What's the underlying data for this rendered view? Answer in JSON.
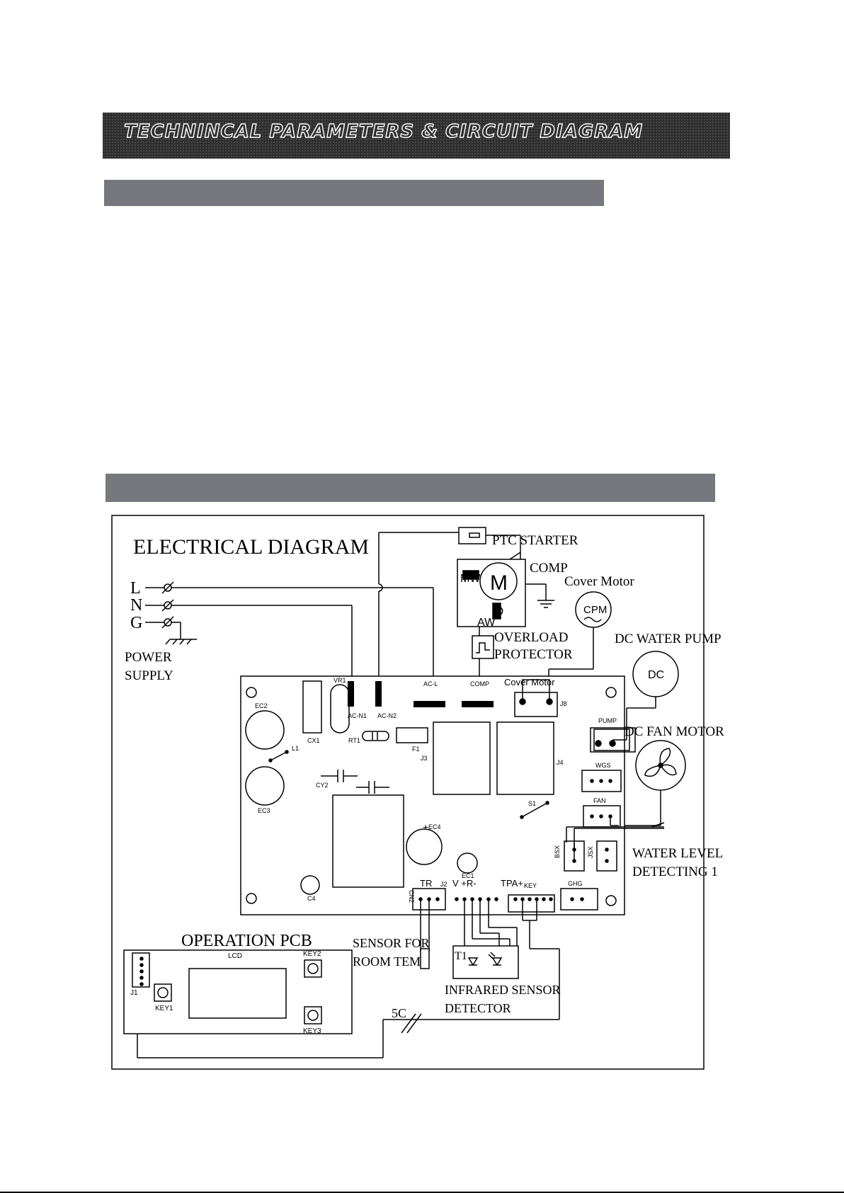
{
  "banner": {
    "title": "TECHNINCAL PARAMETERS & CIRCUIT DIAGRAM"
  },
  "diagram": {
    "title": "ELECTRICAL DIAGRAM",
    "power_lines": [
      "L",
      "N",
      "G"
    ],
    "power_supply": [
      "POWER",
      "SUPPLY"
    ],
    "ptc_starter": "PTC STARTER",
    "comp": "COMP",
    "motor_symbol": "M",
    "mw": "MW",
    "aw": "AW",
    "overload": [
      "OVERLOAD",
      "PROTECTOR"
    ],
    "cover_motor": "Cover Motor",
    "cpm": "CPM",
    "dc_water_pump": "DC WATER PUMP",
    "dc": "DC",
    "dc_fan_motor": "DC FAN MOTOR",
    "water_level": [
      "WATER LEVEL",
      "DETECTING 1"
    ],
    "operation_pcb": "OPERATION PCB",
    "sensor_room": [
      "SENSOR FOR",
      "ROOM TEMP."
    ],
    "infrared": [
      "INFRARED SENSOR",
      "DETECTOR"
    ],
    "cable_5c": "5C",
    "t1": "T1",
    "pcb_labels": {
      "ec2": "EC2",
      "ec3": "EC3",
      "ec4": "EC4",
      "ec1": "EC1",
      "c4": "C4",
      "cx1": "CX1",
      "vr1": "VR1",
      "rt1": "RT1",
      "l1": "L1",
      "cy2": "CY2",
      "acn1": "AC-N1",
      "acn2": "AC-N2",
      "acl": "AC-L",
      "comp": "COMP",
      "f1": "F1",
      "j3": "J3",
      "j4": "J4",
      "j8": "J8",
      "s1": "S1",
      "cover_motor": "Cover Motor",
      "pump": "PUMP",
      "wgs": "WGS",
      "fan": "FAN",
      "bsx": "BSX",
      "jsx": "JSX",
      "ghg": "GHG",
      "cn2": "CN2",
      "j2": "J2",
      "tr": "TR",
      "vr": "V +R-",
      "tpa": "TPA+",
      "key": "KEY"
    },
    "op_labels": {
      "lcd": "LCD",
      "key1": "KEY1",
      "key2": "KEY2",
      "key3": "KEY3",
      "j1": "J1"
    }
  }
}
